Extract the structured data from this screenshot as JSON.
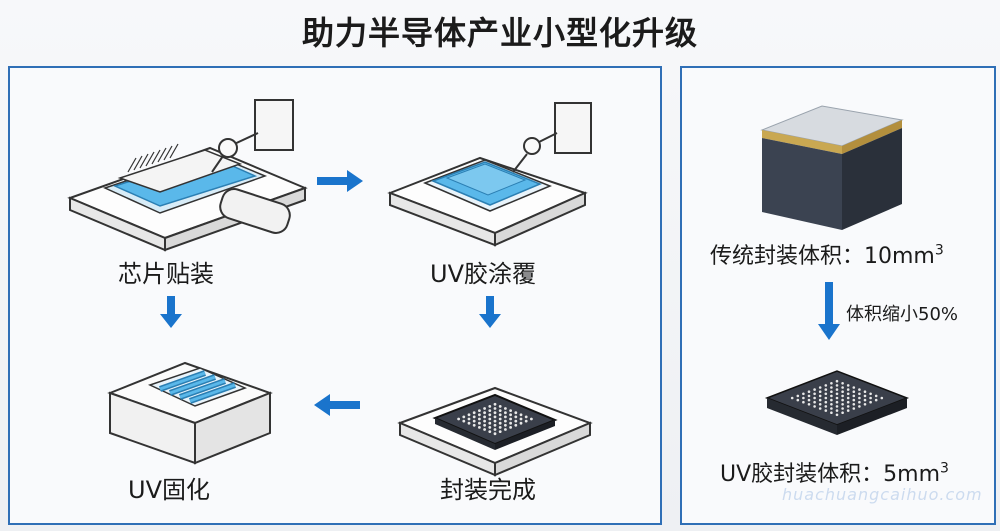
{
  "title": "助力半导体产业小型化升级",
  "colors": {
    "accent": "#2f6fb6",
    "arrow": "#1a74cc",
    "chip": "#3a3f4a",
    "uv": "#5ab8ea"
  },
  "process": {
    "steps": [
      {
        "label": "芯片贴装"
      },
      {
        "label": "UV胶涂覆"
      },
      {
        "label": "封装完成"
      },
      {
        "label": "UV固化"
      }
    ]
  },
  "comparison": {
    "traditional_label": "传统封装体积：10mm",
    "traditional_exp": "3",
    "reduction_label": "体积缩小50%",
    "uv_label": "UV胶封装体积：5mm",
    "uv_exp": "3"
  },
  "watermark": "huachuangcaihuo.com"
}
